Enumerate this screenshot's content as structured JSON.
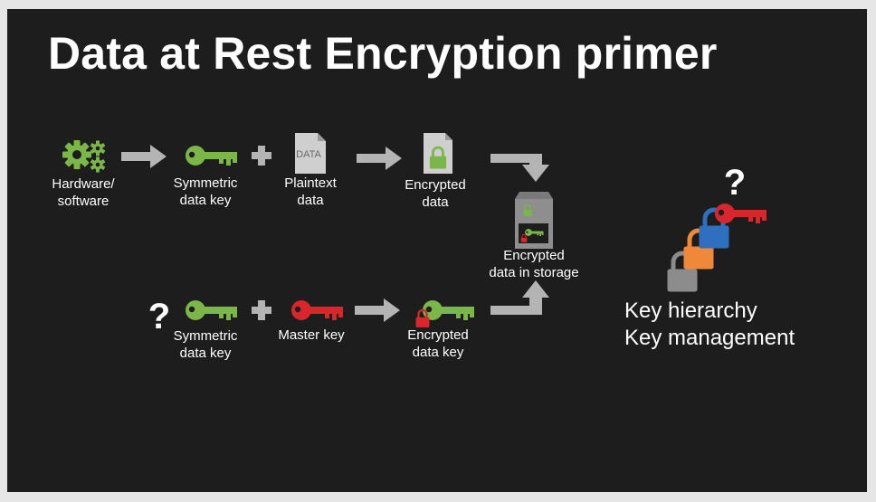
{
  "slide": {
    "title": "Data at Rest Encryption primer"
  },
  "top_row": {
    "hardware": "Hardware/\nsoftware",
    "symmetric_key": "Symmetric\ndata key",
    "plaintext_icon": "DATA",
    "plaintext": "Plaintext\ndata",
    "encrypted_data": "Encrypted\ndata"
  },
  "storage": {
    "label": "Encrypted\ndata in storage"
  },
  "bottom_row": {
    "question": "?",
    "symmetric_key": "Symmetric\ndata key",
    "master_key": "Master key",
    "encrypted_key": "Encrypted\ndata key"
  },
  "hierarchy": {
    "question": "?",
    "line1": "Key hierarchy",
    "line2": "Key management"
  },
  "colors": {
    "green": "#7ab648",
    "red": "#d7262c",
    "blue": "#2e6fc0",
    "orange": "#f0883a",
    "gray": "#8c8c8c",
    "arrow": "#b4b4b4"
  },
  "icons": [
    "gears-icon",
    "key-icon",
    "plus-icon",
    "document-icon",
    "lock-icon",
    "storage-box-icon",
    "arrow-icon"
  ]
}
